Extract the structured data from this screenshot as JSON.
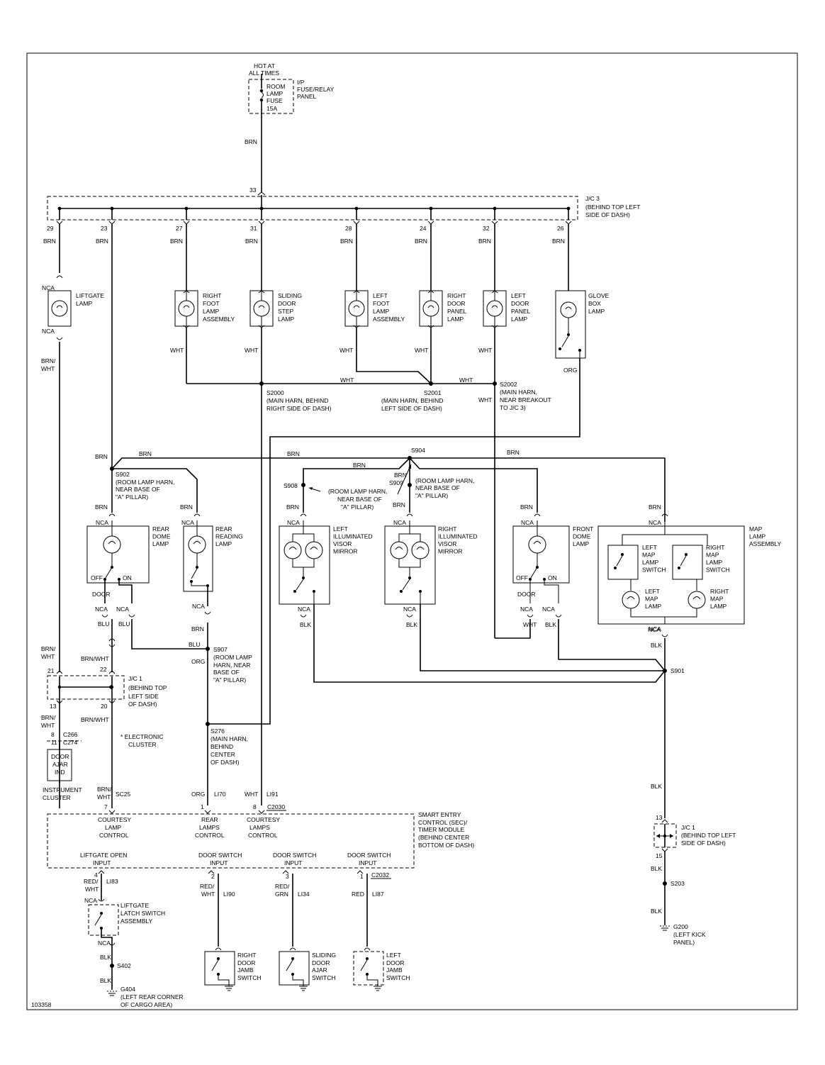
{
  "doc_id": "103358",
  "fuse": {
    "hot": [
      "HOT AT",
      "ALL TIMES"
    ],
    "fuse": [
      "ROOM",
      "LAMP",
      "FUSE",
      "15A"
    ],
    "panel": [
      "I/P",
      "FUSE/RELAY",
      "PANEL"
    ]
  },
  "jc3": {
    "label": [
      "J/C 3",
      "(BEHIND TOP LEFT",
      "SIDE OF DASH)"
    ],
    "pin_in": "33",
    "pins": [
      "29",
      "23",
      "27",
      "31",
      "28",
      "24",
      "32",
      "26"
    ]
  },
  "colors": {
    "brn": "BRN",
    "wht": "WHT",
    "org": "ORG",
    "blu": "BLU",
    "blk": "BLK",
    "brnwht": "BRN/WHT",
    "brn_wht2": [
      "BRN/",
      "WHT"
    ],
    "redwht": [
      "RED/",
      "WHT"
    ],
    "redgrn": [
      "RED/",
      "GRN"
    ],
    "red": "RED"
  },
  "nca": "NCA",
  "lamps": {
    "liftgate": [
      "LIFTGATE",
      "LAMP"
    ],
    "right_foot": [
      "RIGHT",
      "FOOT",
      "LAMP",
      "ASSEMBLY"
    ],
    "sliding_step": [
      "SLIDING",
      "DOOR",
      "STEP",
      "LAMP"
    ],
    "left_foot": [
      "LEFT",
      "FOOT",
      "LAMP",
      "ASSEMBLY"
    ],
    "right_panel": [
      "RIGHT",
      "DOOR",
      "PANEL",
      "LAMP"
    ],
    "left_panel": [
      "LEFT",
      "DOOR",
      "PANEL",
      "LAMP"
    ],
    "glove": [
      "GLOVE",
      "BOX",
      "LAMP"
    ],
    "rear_dome": [
      "REAR",
      "DOME",
      "LAMP"
    ],
    "rear_reading": [
      "REAR",
      "READING",
      "LAMP"
    ],
    "left_visor": [
      "LEFT",
      "ILLUMINATED",
      "VISOR",
      "MIRROR"
    ],
    "right_visor": [
      "RIGHT",
      "ILLUMINATED",
      "VISOR",
      "MIRROR"
    ],
    "front_dome": [
      "FRONT",
      "DOME",
      "LAMP"
    ],
    "map_assy": [
      "MAP",
      "LAMP",
      "ASSEMBLY"
    ],
    "left_map_sw": [
      "LEFT",
      "MAP",
      "LAMP",
      "SWITCH"
    ],
    "right_map_sw": [
      "RIGHT",
      "MAP",
      "LAMP",
      "SWITCH"
    ],
    "left_map": [
      "LEFT",
      "MAP",
      "LAMP"
    ],
    "right_map": [
      "RIGHT",
      "MAP",
      "LAMP"
    ]
  },
  "switch_pos": {
    "off": "OFF",
    "on": "ON",
    "door": "DOOR"
  },
  "splices": {
    "s2000": [
      "S2000",
      "(MAIN HARN, BEHIND",
      "RIGHT SIDE OF DASH)"
    ],
    "s2001": [
      "S2001",
      "(MAIN HARN, BEHIND",
      "LEFT SIDE OF DASH)"
    ],
    "s2002": [
      "S2002",
      "(MAIN HARN,",
      "NEAR BREAKOUT",
      "TO J/C 3)"
    ],
    "s902": [
      "S902",
      "(ROOM LAMP HARN,",
      "NEAR BASE OF",
      "\"A\" PILLAR)"
    ],
    "s904": "S904",
    "s908": "S908",
    "s909": "S909",
    "s908_note": [
      "(ROOM LAMP HARN,",
      "NEAR BASE OF",
      "\"A\" PILLAR)"
    ],
    "s909_note": [
      "(ROOM LAMP HARN,",
      "NEAR BASE OF",
      "\"A\" PILLAR)"
    ],
    "s907": [
      "S907",
      "(ROOM LAMP",
      "HARN, NEAR",
      "BASE OF",
      "\"A\" PILLAR)"
    ],
    "s276": [
      "S276",
      "(MAIN HARN,",
      "BEHIND",
      "CENTER",
      "OF DASH)"
    ],
    "s901": "S901",
    "s203": "S203",
    "s402": "S402"
  },
  "jc1a": {
    "label": [
      "J/C 1",
      "(BEHIND TOP",
      "LEFT SIDE",
      "OF DASH)"
    ],
    "pins": [
      "21",
      "22",
      "13",
      "20"
    ]
  },
  "jc1b": {
    "label": [
      "J/C 1",
      "(BEHIND TOP LEFT",
      "SIDE OF DASH)"
    ],
    "pins": [
      "13",
      "15"
    ]
  },
  "cluster": {
    "pins": [
      "8",
      "11"
    ],
    "conns": [
      "C266",
      "C274"
    ],
    "ind": [
      "DOOR",
      "AJAR",
      "IND"
    ],
    "name": [
      "INSTRUMENT",
      "CLUSTER"
    ],
    "elec": [
      "* ELECTRONIC",
      "CLUSTER"
    ]
  },
  "sec": {
    "name": [
      "SMART ENTRY",
      "CONTROL (SEC)/",
      "TIMER MODULE",
      "(BEHIND CENTER",
      "BOTTOM OF DASH)"
    ],
    "top_pins": [
      "7",
      "1",
      "8"
    ],
    "top_conn": "C2030",
    "circuits_top": [
      "SC25",
      "LI70",
      "LI91"
    ],
    "top_labels": [
      [
        "COURTESY",
        "LAMP",
        "CONTROL"
      ],
      [
        "REAR",
        "LAMPS",
        "CONTROL"
      ],
      [
        "COURTESY",
        "LAMPS",
        "CONTROL"
      ]
    ],
    "bot_labels": [
      [
        "LIFTGATE OPEN",
        "INPUT"
      ],
      [
        "DOOR SWITCH",
        "INPUT"
      ],
      [
        "DOOR SWITCH",
        "INPUT"
      ],
      [
        "DOOR SWITCH",
        "INPUT"
      ]
    ],
    "bot_pins": [
      "4",
      "2",
      "3",
      "1"
    ],
    "bot_conn": "C2032",
    "circuits_bot": [
      "LI83",
      "LI90",
      "LI34",
      "LI87"
    ]
  },
  "switches": {
    "liftgate": [
      "LIFTGATE",
      "LATCH SWITCH",
      "ASSEMBLY"
    ],
    "right_jamb": [
      "RIGHT",
      "DOOR",
      "JAMB",
      "SWITCH"
    ],
    "sliding_ajar": [
      "SLIDING",
      "DOOR",
      "AJAR",
      "SWITCH"
    ],
    "left_jamb": [
      "LEFT",
      "DOOR",
      "JAMB",
      "SWITCH"
    ]
  },
  "grounds": {
    "g404": [
      "G404",
      "(LEFT REAR CORNER",
      "OF CARGO AREA)"
    ],
    "g200": [
      "G200",
      "(LEFT KICK",
      "PANEL)"
    ]
  }
}
